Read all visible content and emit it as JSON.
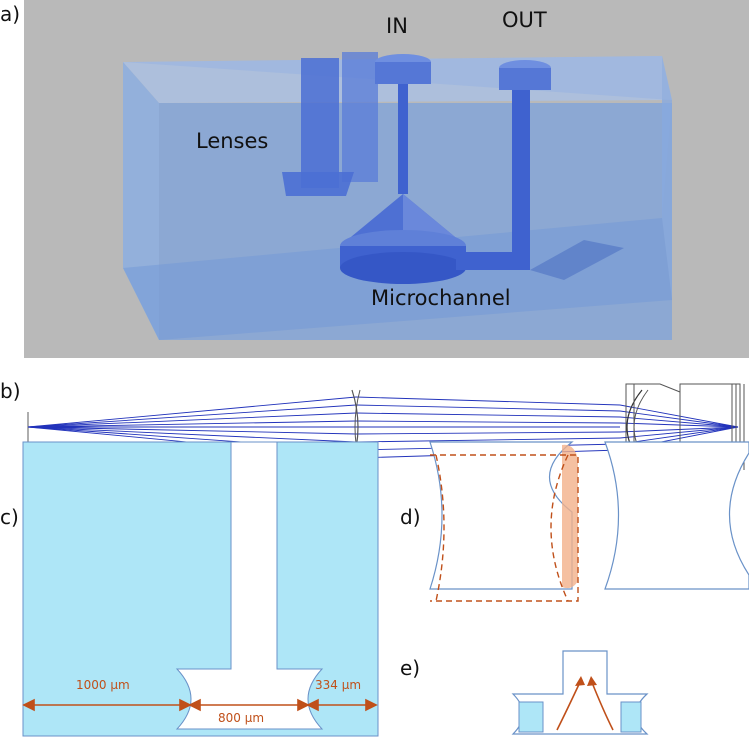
{
  "panels": {
    "a": "a)",
    "b": "b)",
    "c": "c)",
    "d": "d)",
    "e": "e)"
  },
  "render": {
    "in_label": "IN",
    "out_label": "OUT",
    "lenses_label": "Lenses",
    "microchannel_label": "Microchannel"
  },
  "dimensions": {
    "left": "1000 µm",
    "center": "800 µm",
    "right": "334 µm"
  },
  "colors": {
    "background_gray": "#b9b9b9",
    "block_blue": "#7ea3dc",
    "channel_blue": "#3f62cf",
    "light_cyan": "#aee6f7",
    "outline_blue": "#6a92c8",
    "dimension_orange": "#c0501a",
    "ray_blue": "#2233bb"
  }
}
